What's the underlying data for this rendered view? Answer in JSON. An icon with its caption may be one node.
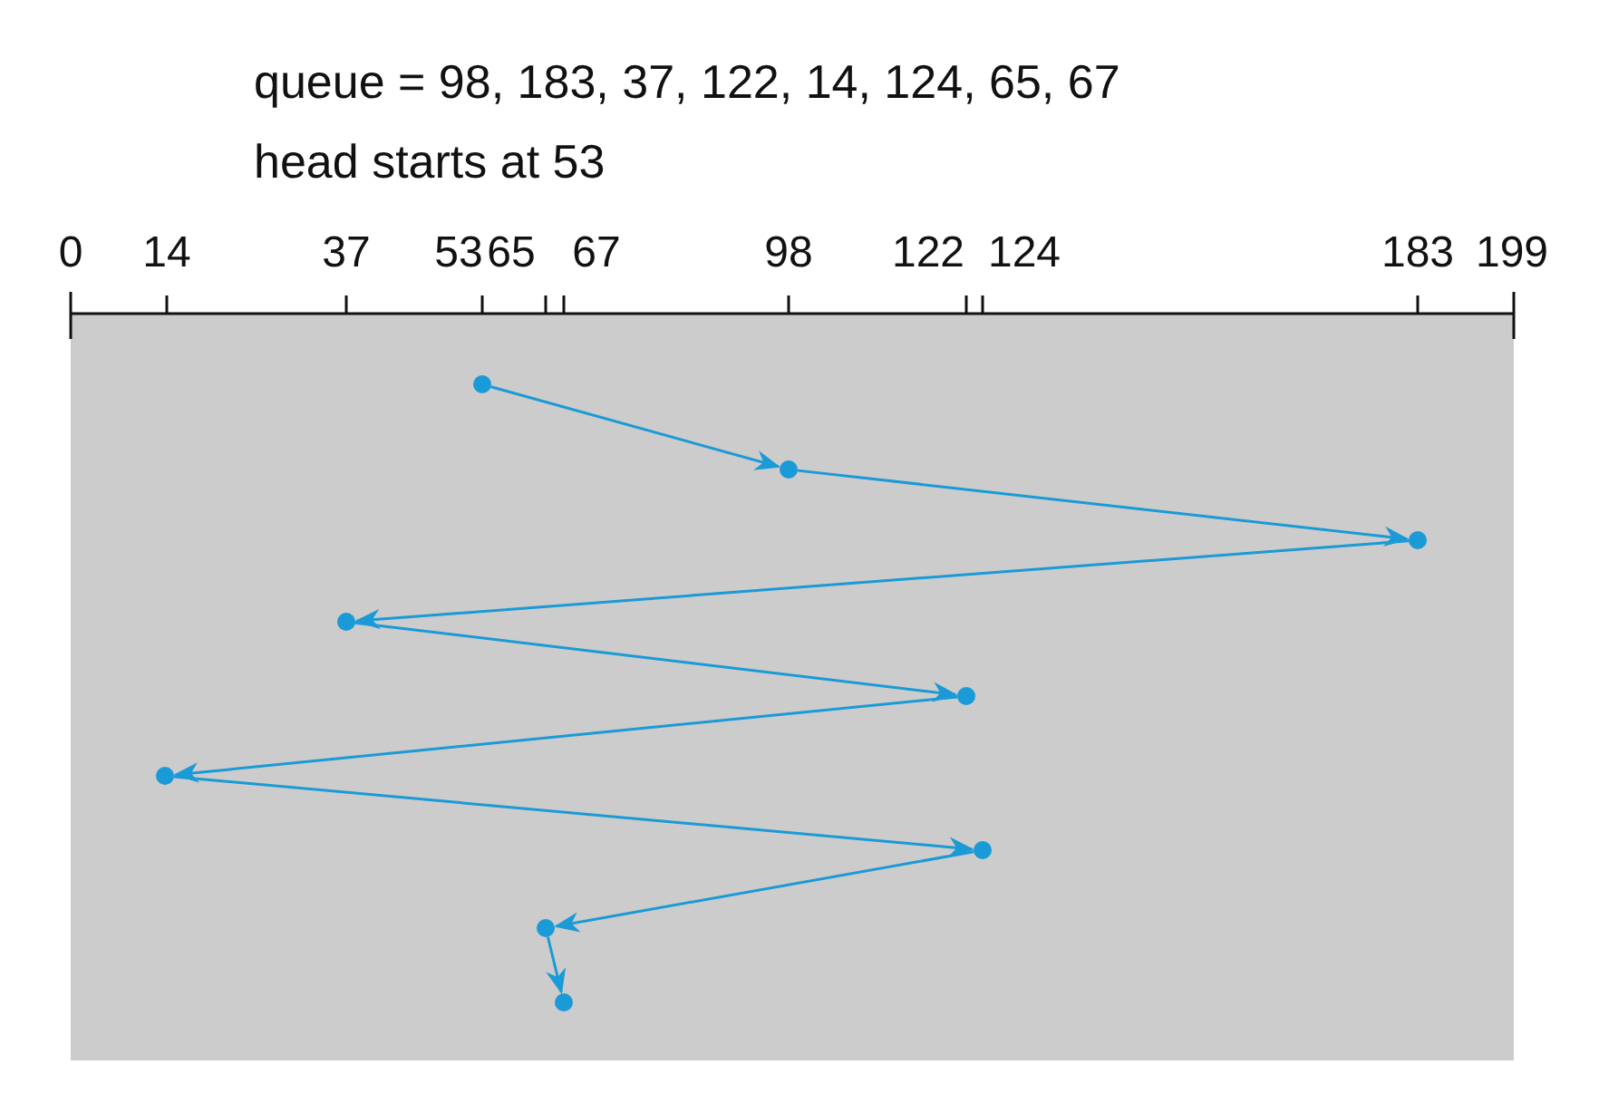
{
  "diagram": {
    "title": "queue = 98, 183, 37, 122, 14, 124, 65, 67",
    "nodes": [
      {
        "text": [],
        "shape": "circle"
      },
      {
        "text": [],
        "shape": "circle"
      },
      {
        "text": [],
        "shape": "circle"
      },
      {
        "text": [],
        "shape": "circle"
      },
      {
        "text": [],
        "shape": "circle"
      },
      {
        "text": [],
        "shape": "circle"
      },
      {
        "text": [],
        "shape": "circle"
      },
      {
        "text": [],
        "shape": "circle"
      },
      {
        "text": [],
        "shape": "circle"
      }
    ],
    "edges": [
      {
        "from": 0,
        "to": 1,
        "arrow": "to"
      },
      {
        "from": 1,
        "to": 2,
        "arrow": "to"
      },
      {
        "from": 2,
        "to": 3,
        "arrow": "to"
      },
      {
        "from": 3,
        "to": 4,
        "arrow": "to"
      },
      {
        "from": 4,
        "to": 5,
        "arrow": "to"
      },
      {
        "from": 5,
        "to": 6,
        "arrow": "to"
      },
      {
        "from": 6,
        "to": 7,
        "arrow": "to"
      },
      {
        "from": 7,
        "to": 8,
        "arrow": "to"
      }
    ],
    "labels": [
      "head starts at 53",
      "0",
      "14",
      "37",
      "53",
      "65",
      "67",
      "98",
      "122",
      "124",
      "183",
      "199"
    ]
  }
}
